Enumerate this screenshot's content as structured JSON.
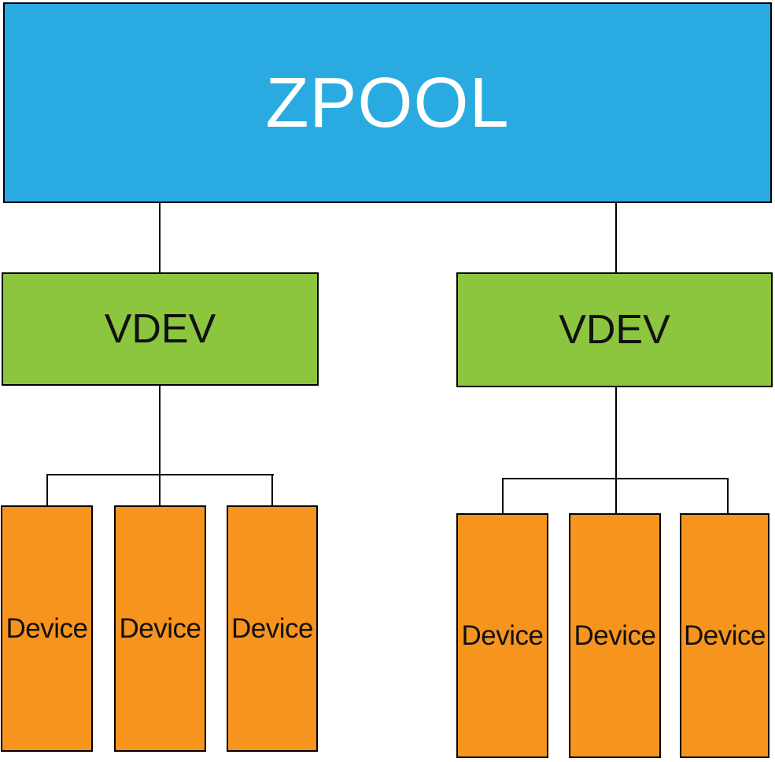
{
  "diagram": {
    "type": "tree",
    "root": {
      "label": "ZPOOL"
    },
    "vdevs": [
      {
        "label": "VDEV",
        "devices": [
          {
            "label": "Device"
          },
          {
            "label": "Device"
          },
          {
            "label": "Device"
          }
        ]
      },
      {
        "label": "VDEV",
        "devices": [
          {
            "label": "Device"
          },
          {
            "label": "Device"
          },
          {
            "label": "Device"
          }
        ]
      }
    ],
    "colors": {
      "zpool_fill": "#29ABE2",
      "zpool_text": "#FFFFFF",
      "vdev_fill": "#8CC63F",
      "device_fill": "#F7941E",
      "node_text": "#111111",
      "border": "#000000",
      "connector": "#000000",
      "background": "#FFFFFF"
    }
  }
}
